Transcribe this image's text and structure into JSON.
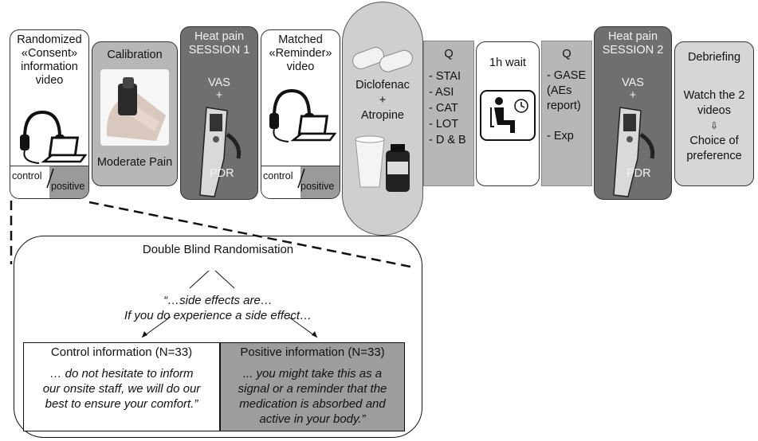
{
  "steps": {
    "consent": {
      "l1": "Randomized",
      "l2": "«Consent»",
      "l3": "information",
      "l4": "video",
      "control": "control",
      "positive": "positive"
    },
    "calibration": {
      "title": "Calibration",
      "caption": "Moderate Pain"
    },
    "session1": {
      "l1": "Heat pain",
      "l2": "SESSION 1",
      "vas": "VAS",
      "plus": "+",
      "pdr": "PDR"
    },
    "reminder": {
      "l1": "Matched",
      "l2": "«Reminder»",
      "l3": "video",
      "control": "control",
      "positive": "positive"
    },
    "drugs": {
      "l1": "Diclofenac",
      "plus": "+",
      "l2": "Atropine"
    },
    "q1": {
      "title": "Q",
      "items": [
        "- STAI",
        "- ASI",
        "- CAT",
        "- LOT",
        "- D & B"
      ]
    },
    "wait": {
      "title": "1h wait"
    },
    "q2": {
      "title": "Q",
      "items": [
        "- GASE",
        "(AEs",
        "report)",
        "",
        "- Exp"
      ]
    },
    "session2": {
      "l1": "Heat pain",
      "l2": "SESSION 2",
      "vas": "VAS",
      "plus": "+",
      "pdr": "PDR"
    },
    "debrief": {
      "title": "Debriefing",
      "l1": "Watch the 2",
      "l2": "videos",
      "arrow": "⇩",
      "l3": "Choice of",
      "l4": "preference"
    }
  },
  "randomisation": {
    "title": "Double Blind Randomisation",
    "quote1": "“…side effects are…",
    "quote2": "If you do experience a side effect…",
    "control": {
      "title": "Control information (N=33)",
      "l1": "… do not hesitate to inform",
      "l2": "our onsite staff, we will do our",
      "l3": "best to ensure your comfort.”"
    },
    "positive": {
      "title": "Positive information (N=33)",
      "l1": "... you might take this as a",
      "l2": "signal or a reminder that the",
      "l3": "medication is absorbed and",
      "l4": "active in your body.”"
    }
  },
  "icons": [
    "headset-laptop-icon",
    "finger-thermode-icon",
    "pain-device-icon",
    "pills-icon",
    "cup-bottle-icon",
    "seated-clock-icon"
  ]
}
